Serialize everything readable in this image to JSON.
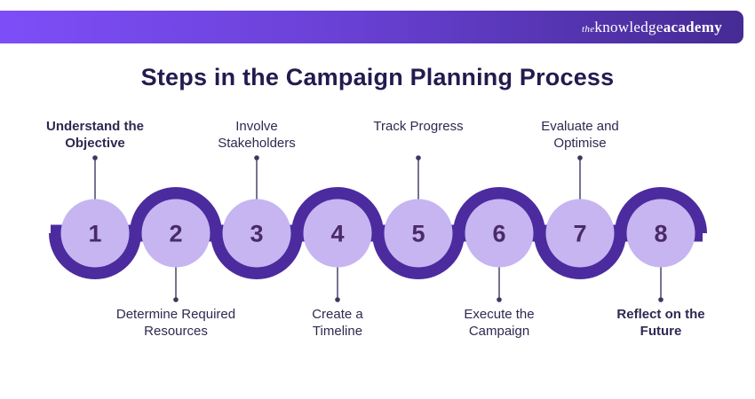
{
  "header": {
    "logo_the": "the",
    "logo_knowledge": "knowledge",
    "logo_academy": "academy"
  },
  "title": "Steps in the Campaign Planning Process",
  "colors": {
    "bar_gradient_left": "#7d4ef8",
    "bar_gradient_mid": "#6a41d6",
    "bar_gradient_right": "#452b94",
    "ribbon": "#4c2b9f",
    "circle_fill": "#c6b5f1",
    "step_number": "#4b2a68",
    "title_text": "#231b4e",
    "label_text": "#2e2950",
    "connector": "#3d3760",
    "background": "#ffffff"
  },
  "steps": [
    {
      "number": "1",
      "label": "Understand the Objective",
      "label_lines": [
        "Understand the",
        "Objective"
      ],
      "position": "top",
      "bold": true
    },
    {
      "number": "2",
      "label": "Determine Required Resources",
      "label_lines": [
        "Determine Required",
        "Resources"
      ],
      "position": "bottom",
      "bold": false
    },
    {
      "number": "3",
      "label": "Involve Stakeholders",
      "label_lines": [
        "Involve",
        "Stakeholders"
      ],
      "position": "top",
      "bold": false
    },
    {
      "number": "4",
      "label": "Create a Timeline",
      "label_lines": [
        "Create a",
        "Timeline"
      ],
      "position": "bottom",
      "bold": false
    },
    {
      "number": "5",
      "label": "Track Progress",
      "label_lines": [
        "Track Progress"
      ],
      "position": "top",
      "bold": false
    },
    {
      "number": "6",
      "label": "Execute the Campaign",
      "label_lines": [
        "Execute the",
        "Campaign"
      ],
      "position": "bottom",
      "bold": false
    },
    {
      "number": "7",
      "label": "Evaluate and Optimise",
      "label_lines": [
        "Evaluate and",
        "Optimise"
      ],
      "position": "top",
      "bold": false
    },
    {
      "number": "8",
      "label": "Reflect on the Future",
      "label_lines": [
        "Reflect on the",
        "Future"
      ],
      "position": "bottom",
      "bold": true
    }
  ]
}
